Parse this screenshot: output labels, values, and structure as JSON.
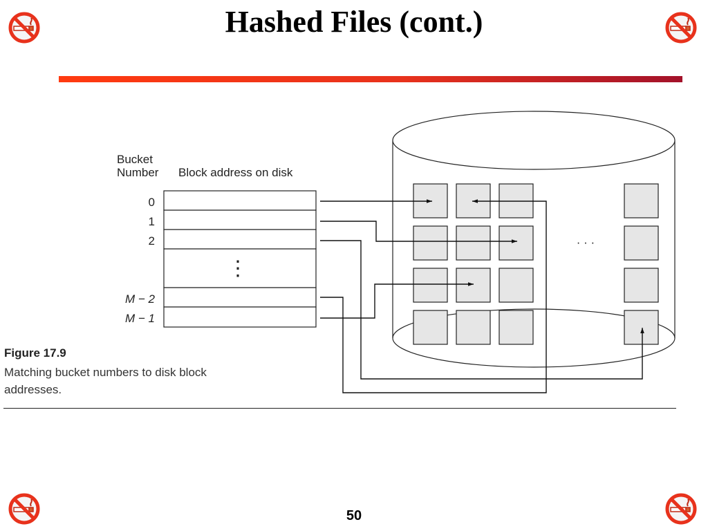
{
  "slide": {
    "title": "Hashed Files (cont.)",
    "page_number": "50",
    "accent_color": "#e8321c",
    "corner_icon": "no-smoking-icon"
  },
  "figure": {
    "header_bucket": "Bucket",
    "header_number": "Number",
    "header_block": "Block address on disk",
    "bucket_labels": {
      "b0": "0",
      "b1": "1",
      "b2": "2",
      "m2": "M − 2",
      "m1": "M − 1"
    },
    "table_ellipsis": "⋮",
    "disk_ellipsis": "· · ·",
    "caption_title": "Figure 17.9",
    "caption_text": "Matching bucket numbers to disk block addresses."
  }
}
